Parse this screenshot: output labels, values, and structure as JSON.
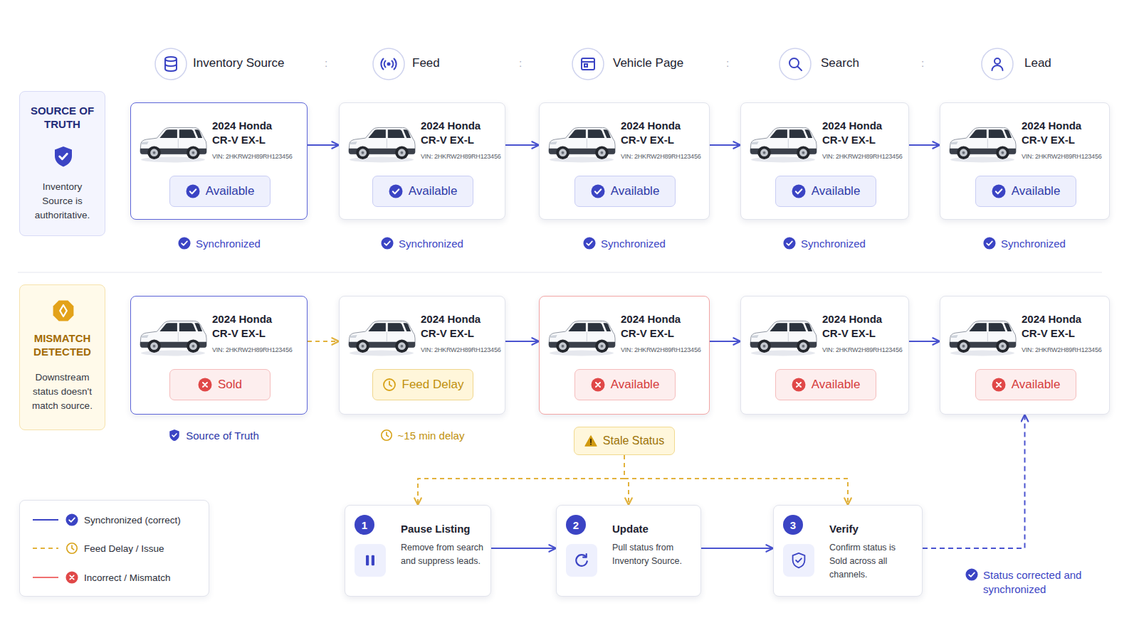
{
  "diagram": {
    "nodes": [
      {
        "text": [
          "SOURCE OF TRUTH",
          "Inventory Source is authoritative."
        ]
      },
      {
        "text": [
          "2024 Honda CR-V EX-L",
          "VIN: 2HKRW2H89RH123456"
        ]
      },
      {
        "text": [
          "Available"
        ],
        "in": 1
      },
      {
        "text": [
          "2024 Honda CR-V EX-L",
          "VIN: 2HKRW2H89RH123456"
        ]
      },
      {
        "text": [
          "Available"
        ],
        "in": 3
      },
      {
        "text": [
          "2024 Honda CR-V EX-L",
          "VIN: 2HKRW2H89RH123456"
        ]
      },
      {
        "text": [
          "Available"
        ],
        "in": 5
      },
      {
        "text": [
          "2024 Honda CR-V EX-L",
          "VIN: 2HKRW2H89RH123456"
        ]
      },
      {
        "text": [
          "Available"
        ],
        "in": 7
      },
      {
        "text": [
          "2024 Honda CR-V EX-L",
          "VIN: 2HKRW2H89RH123456"
        ]
      },
      {
        "text": [
          "Available"
        ],
        "in": 9
      },
      {
        "text": [
          "MISMATCH DETECTED",
          "Downstream status doesn't match source."
        ]
      },
      {
        "text": [
          "2024 Honda CR-V EX-L",
          "VIN: 2HKRW2H89RH123456"
        ]
      },
      {
        "text": [
          "Sold"
        ],
        "in": 12
      },
      {
        "text": [
          "2024 Honda CR-V EX-L",
          "VIN: 2HKRW2H89RH123456"
        ]
      },
      {
        "text": [
          "Feed Delay"
        ],
        "in": 14
      },
      {
        "text": [
          "2024 Honda CR-V EX-L",
          "VIN: 2HKRW2H89RH123456"
        ]
      },
      {
        "text": [
          "Available"
        ],
        "in": 16
      },
      {
        "text": [
          "2024 Honda CR-V EX-L",
          "VIN: 2HKRW2H89RH123456"
        ]
      },
      {
        "text": [
          "Available"
        ],
        "in": 18
      },
      {
        "text": [
          "2024 Honda CR-V EX-L",
          "VIN: 2HKRW2H89RH123456"
        ]
      },
      {
        "text": [
          "Available"
        ],
        "in": 20
      },
      {
        "text": [
          "Stale Status"
        ]
      },
      {
        "text": [
          "Pause Listing",
          "Remove from search and suppress leads."
        ]
      },
      {
        "text": [
          "1"
        ],
        "in": 23
      },
      {
        "text": [
          "Update",
          "Pull status from Inventory Source."
        ]
      },
      {
        "text": [
          "2"
        ],
        "in": 25
      },
      {
        "text": [
          "Verify",
          "Confirm status is Sold across all channels."
        ]
      },
      {
        "text": [
          "3"
        ],
        "in": 27
      }
    ],
    "edges": [
      {
        "from": 1,
        "to": 3,
        "arrow": "to"
      },
      {
        "from": 3,
        "to": 5,
        "arrow": "to"
      },
      {
        "from": 5,
        "to": 7,
        "arrow": "to"
      },
      {
        "from": 7,
        "to": 9,
        "arrow": "to"
      },
      {
        "from": 12,
        "to": 14,
        "arrow": "to"
      },
      {
        "from": 14,
        "to": 16,
        "arrow": "to"
      },
      {
        "from": 16,
        "to": 18,
        "arrow": "to"
      },
      {
        "from": 18,
        "to": 20,
        "arrow": "to"
      },
      {
        "from": 22,
        "to": 23,
        "arrow": "to"
      },
      {
        "from": 22,
        "to": 25,
        "arrow": "to"
      },
      {
        "from": 22,
        "to": 27,
        "arrow": "to"
      },
      {
        "from": 23,
        "to": 25,
        "arrow": "to"
      },
      {
        "from": 25,
        "to": 27,
        "arrow": "to"
      },
      {
        "from": 27,
        "to": 20,
        "arrow": "to"
      }
    ],
    "labels": [
      "Inventory Source",
      ":",
      "Feed",
      ":",
      "Vehicle Page",
      ":",
      "Search",
      ":",
      "Lead",
      "Synchronized",
      "Synchronized",
      "Synchronized",
      "Synchronized",
      "Synchronized",
      "Source of Truth",
      "~15 min delay",
      "Status corrected and synchronized"
    ],
    "legend": [
      {
        "text": "Synchronized (correct)"
      },
      {
        "text": "Feed Delay / Issue"
      },
      {
        "text": "Incorrect / Mismatch"
      }
    ]
  }
}
